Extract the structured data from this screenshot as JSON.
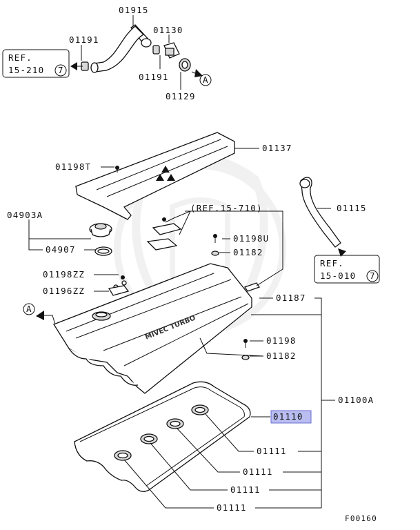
{
  "colors": {
    "highlight_fill": "#b9bdf0",
    "highlight_stroke": "#6b6fd0",
    "ink": "#111111",
    "watermark": "#e6e6e6"
  },
  "labels": {
    "p01915": "01915",
    "p01191_a": "01191",
    "p01130": "01130",
    "p01191_b": "01191",
    "p01129": "01129",
    "p01137": "01137",
    "p01198T": "01198T",
    "p04903A": "04903A",
    "p04907": "04907",
    "ref_710": "(REF.15-710)",
    "p01115": "01115",
    "p01198U": "01198U",
    "p01182_a": "01182",
    "p01198ZZ": "01198ZZ",
    "p01196ZZ": "01196ZZ",
    "p01187": "01187",
    "p01198": "01198",
    "p01182_b": "01182",
    "p01100A": "01100A",
    "p01110": "01110",
    "p01111_a": "01111",
    "p01111_b": "01111",
    "p01111_c": "01111",
    "p01111_d": "01111",
    "figure_id": "F00160"
  },
  "refs": {
    "ref_210": {
      "line1": "REF.",
      "line2": "15-210",
      "circle": "7"
    },
    "ref_010": {
      "line1": "REF.",
      "line2": "15-010",
      "circle": "7"
    }
  },
  "connectors": {
    "a_top": "A",
    "a_left": "A"
  },
  "cover_text": "MIVEC TURBO"
}
